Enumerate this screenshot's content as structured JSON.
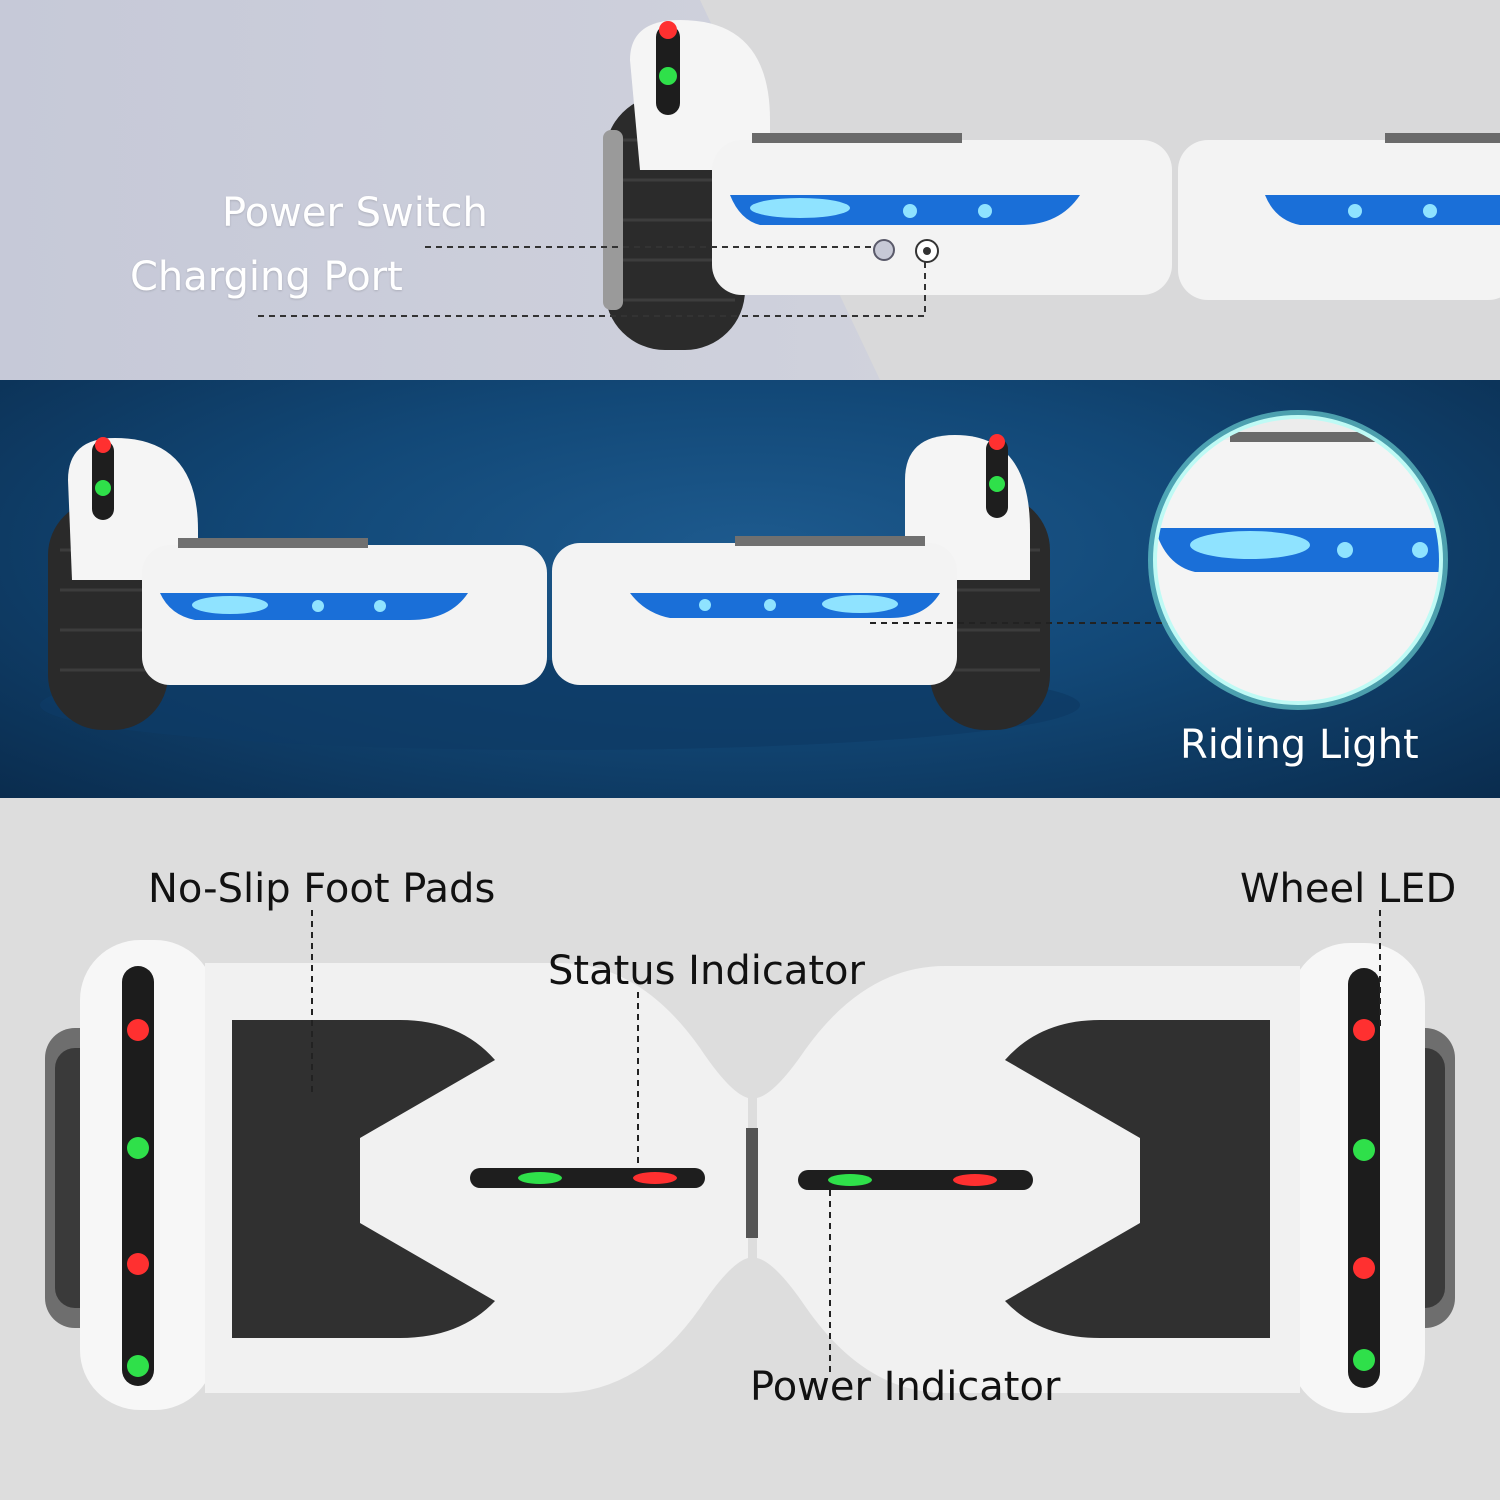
{
  "labels": {
    "power_switch": "Power Switch",
    "charging_port": "Charging Port",
    "riding_light": "Riding Light",
    "no_slip_foot_pads": "No-Slip Foot Pads",
    "wheel_led": "Wheel LED",
    "status_indicator": "Status Indicator",
    "power_indicator": "Power Indicator"
  },
  "colors": {
    "body_white": "#f4f4f4",
    "led_blue": "#1a8cff",
    "led_green": "#22d63a",
    "led_red": "#ff2a2a",
    "tire_dark": "#2a2a2a",
    "bg_blue": "#124877"
  }
}
